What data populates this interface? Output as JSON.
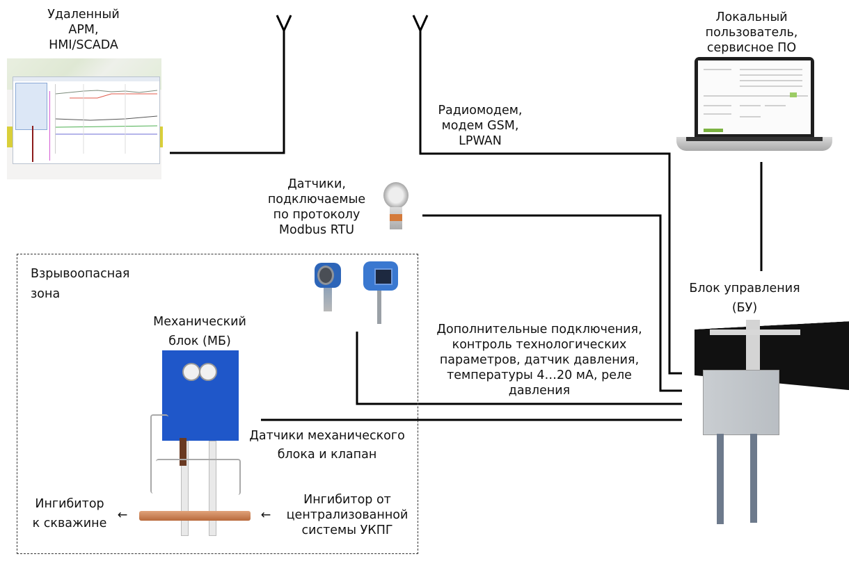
{
  "labels": {
    "remote_hmi": "Удаленный\nАРМ,\nHMI/SCADA",
    "local_user": "Локальный\nпользователь,\nсервисное ПО",
    "radio_modem": "Радиомодем,\nмодем GSM,\nLPWAN",
    "modbus_sensors": "Датчики,\nподключаемые\nпо протоколу\nModbus RTU",
    "hazard_zone": "Взрывоопасная\nзона",
    "mech_block": "Механический\nблок (МБ)",
    "control_unit": "Блок управления\n(БУ)",
    "extra_connections": "Дополнительные подключения,\nконтроль технологических\nпараметров, датчик давления,\nтемпературы 4…20 мА, реле\nдавления",
    "mech_sensors": "Датчики механического\nблока и клапан",
    "inhibitor_out": "Ингибитор\nк скважине",
    "inhibitor_in": "Ингибитор от\nцентрализованной\nсистемы УКПГ"
  },
  "arrows": {
    "out_arrow": "←",
    "in_arrow": "←"
  },
  "icons": {
    "antenna_1": "antenna-icon",
    "antenna_2": "antenna-icon"
  }
}
